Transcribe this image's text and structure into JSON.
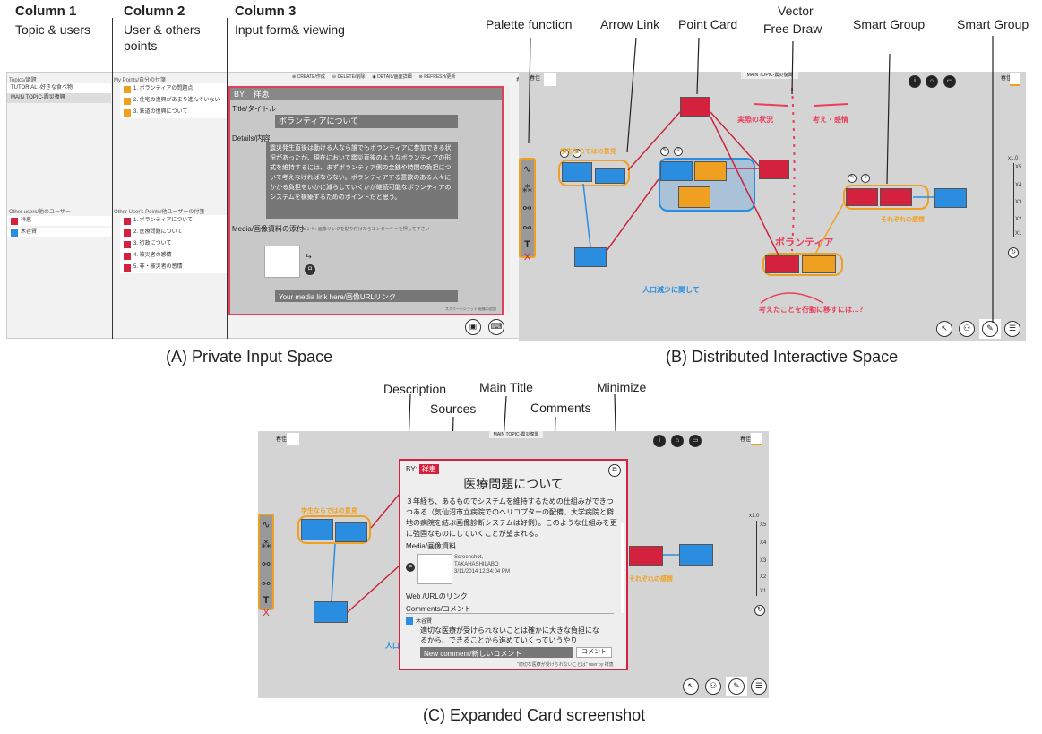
{
  "colA": {
    "h1": "Column 1",
    "s1": "Topic & users",
    "h2": "Column 2",
    "s2a": "User & others",
    "s2b": "points",
    "h3": "Column 3",
    "s3": "Input  form& viewing"
  },
  "captions": {
    "a": "(A) Private Input Space",
    "b": "(B)  Distributed Interactive Space",
    "c": "(C) Expanded Card screenshot"
  },
  "annotB": {
    "palette": "Palette function",
    "arrow": "Arrow Link",
    "point": "Point Card",
    "vector1": "Vector",
    "vector2": "Free Draw",
    "smart1": "Smart Group",
    "smart2": "Smart Group"
  },
  "annotC": {
    "desc": "Description",
    "main": "Main Title",
    "min": "Minimize",
    "sources": "Sources",
    "comments": "Comments"
  },
  "panelA": {
    "topics_label": "Topics/議題",
    "topic1": "TUTORIAL -好きな食べ物",
    "topic2": "MAIN TOPIC-震災復興",
    "mypoints_label": "My Points/自分の付箋",
    "mypoints": [
      "1. ボランティアの問題点",
      "2. 住宅の復興があまり進んでいない",
      "3. 鉄道の復興について"
    ],
    "other_users_label": "Other users/他のユーザー",
    "users": [
      "祥恵",
      "木谷賢"
    ],
    "otherpoints_label": "Other User's Points/他ユーザーの付箋",
    "otherpoints": [
      "1. ボランティアについて",
      "2. 医療問題について",
      "3. 行政について",
      "4. 被災者の感情",
      "5. 非・被災者の感情"
    ],
    "toolbar": [
      "CREATE/作成",
      "DELETE/削除",
      "DETAIL/画面詳細",
      "REFRESH/更新"
    ],
    "user_top": "春佳",
    "by_label": "BY:",
    "by_name": "祥恵",
    "title_label": "Title/タイトル",
    "title_value": "ボランティアについて",
    "details_label": "Details/内容",
    "details_value": "震災発生直後は動ける人なら誰でもボランティアに参加できる状況があったが、現在において震災直後のようなボランティアの形式を維持するには、まずボランティア側の金銭や時間の負担について考えなければならない。ボランティアする意欲のある人々にかかる負担をいかに減らしていくかが継続可能なボランティアのシステムを構築するためのポイントだと思う。",
    "media_label": "Media/画像資料の添付",
    "media_hint": "ヒント: 画像リンクを貼り付けたらエンターキーを押して下さい",
    "media_link": "Your media link here/画像URLリンク",
    "footer_hint": "スクリーンショット   画像の追加"
  },
  "panelB": {
    "user": "春佳",
    "main_topic": "MAIN TOPIC-震災復興",
    "zoom": [
      "x1.0",
      "X5",
      "X4",
      "X3",
      "X2",
      "X1"
    ],
    "red1": "実際の状況",
    "red2": "考え・感情",
    "red3": "ボランティア",
    "red4": "考えたことを行動に移すには…？",
    "orange1": "学生ならではの意見",
    "orange2": "それぞれの感情",
    "blue1": "人口減少に関して"
  },
  "panelC": {
    "user": "春佳",
    "main_topic": "MAIN TOPIC-震災復興",
    "by_label": "BY:",
    "by_name": "祥恵",
    "title": "医療問題について",
    "desc": "３年経ち、あるものでシステムを維持するための仕組みができつつある（気仙沼市立病院でのヘリコプターの配備、大学病院と僻地の病院を結ぶ画像診断システムは好例）。このような仕組みを更に強固なものにしていくことが望まれる。",
    "media_label": "Media/画像資料",
    "media_meta": [
      "Screenshot,",
      "TAKAHASHILABO",
      "3/11/2014 12:34:04 PM"
    ],
    "web_label": "Web /URLのリンク",
    "comments_label": "Comments/コメント",
    "comment_user": "木谷賢",
    "comment_text": "適切な医療が受けられないことは確かに大きな負担になるから、できることから進めていくっていうやり",
    "new_comment": "New comment/新しいコメント",
    "comment_btn": "コメント",
    "footer": "\"適切な医療が受けられないことは\" user by 祥恵",
    "zoom": [
      "x1.0",
      "X5",
      "X4",
      "X3",
      "X2",
      "X1"
    ],
    "orange1": "学生ならではの意見",
    "orange2": "それぞれの感情",
    "blue1": "人口減"
  }
}
